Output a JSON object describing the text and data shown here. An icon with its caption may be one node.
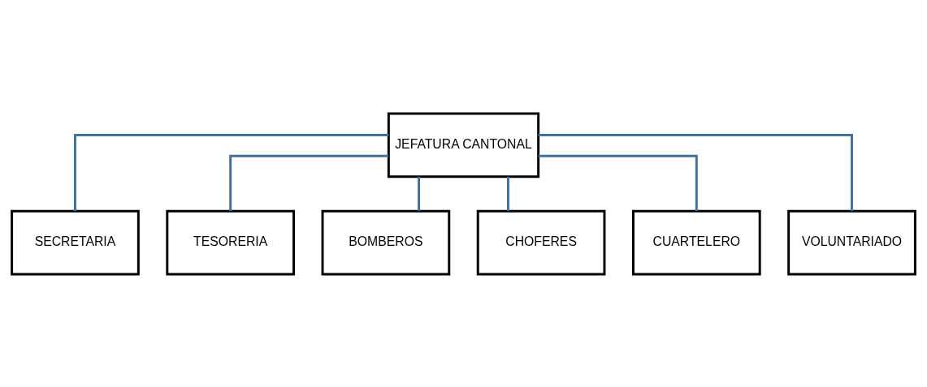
{
  "diagram": {
    "nodes": [
      {
        "text": [
          "JEFATURA CANTONAL"
        ]
      },
      {
        "text": [
          "SECRETARIA"
        ]
      },
      {
        "text": [
          "TESORERIA"
        ]
      },
      {
        "text": [
          "BOMBEROS"
        ]
      },
      {
        "text": [
          "CHOFERES"
        ]
      },
      {
        "text": [
          "CUARTELERO"
        ]
      },
      {
        "text": [
          "VOLUNTARIADO"
        ]
      }
    ],
    "edges": [
      {
        "from": 0,
        "to": 1,
        "arrow": "none"
      },
      {
        "from": 0,
        "to": 2,
        "arrow": "none"
      },
      {
        "from": 0,
        "to": 3,
        "arrow": "none"
      },
      {
        "from": 0,
        "to": 4,
        "arrow": "none"
      },
      {
        "from": 0,
        "to": 5,
        "arrow": "none"
      },
      {
        "from": 0,
        "to": 6,
        "arrow": "none"
      }
    ]
  }
}
